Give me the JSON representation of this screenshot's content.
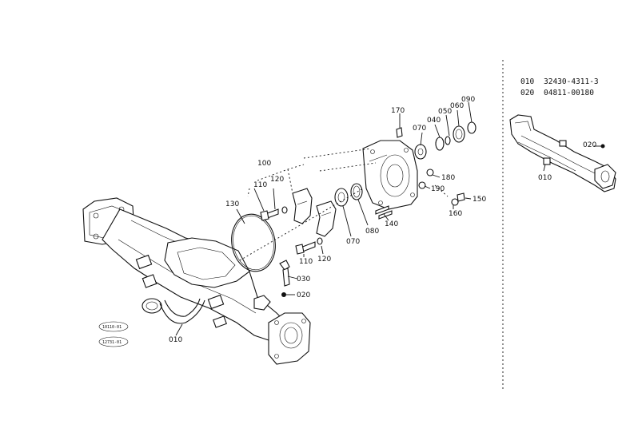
{
  "parts_list": [
    {
      "no": "010",
      "part_number": "32430-4311-3"
    },
    {
      "no": "020",
      "part_number": "04811-00180"
    }
  ],
  "main_callouts": {
    "c010": "010",
    "c020": "020",
    "c030": "030",
    "c040": "040",
    "c050": "050",
    "c060": "060",
    "c070a": "070",
    "c070b": "070",
    "c080": "080",
    "c090": "090",
    "c100": "100",
    "c110a": "110",
    "c110b": "110",
    "c120a": "120",
    "c120b": "120",
    "c130": "130",
    "c140": "140",
    "c150": "150",
    "c160": "160",
    "c170": "170",
    "c180": "180",
    "c190": "190"
  },
  "inset_callouts": {
    "c010": "010",
    "c020": "020"
  },
  "stamps": {
    "s1": "10110-01",
    "s2": "12731-01"
  }
}
